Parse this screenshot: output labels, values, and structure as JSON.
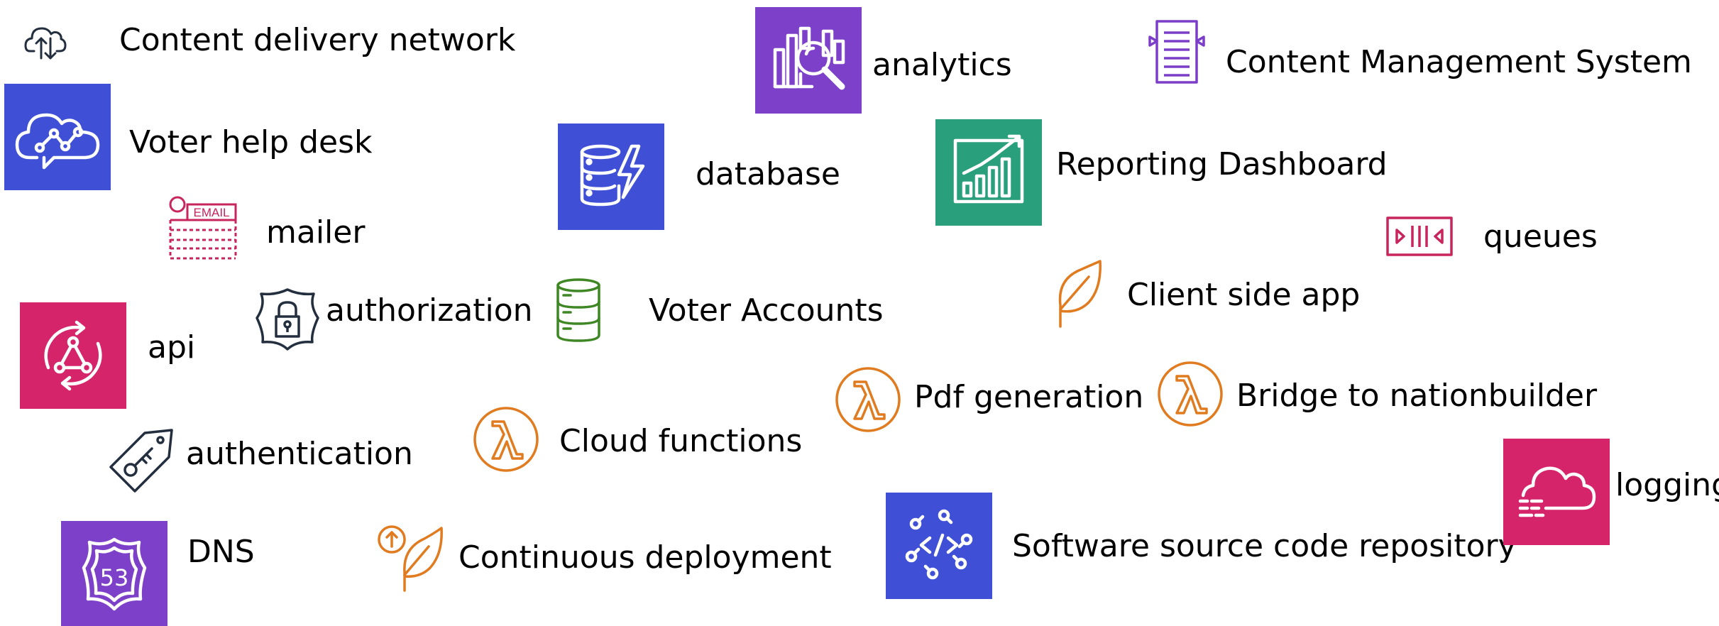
{
  "colors": {
    "purple_box": "#7d40c9",
    "indigo_box": "#3f4fd6",
    "pink_box": "#d6246b",
    "green_box": "#2a9f7c",
    "orange": "#e07b1f",
    "green_line": "#3f8624",
    "navy_line": "#232f3e",
    "pink_line": "#c7255b",
    "purple_line": "#7b3ec9"
  },
  "items": [
    {
      "label": "Content delivery network",
      "icon": "cloud-upload-download-icon"
    },
    {
      "label": "Voter help desk",
      "icon": "cloud-chat-network-icon"
    },
    {
      "label": "mailer",
      "icon": "email-form-icon"
    },
    {
      "label": "authorization",
      "icon": "shield-lock-icon"
    },
    {
      "label": "api",
      "icon": "api-cycle-network-icon"
    },
    {
      "label": "authentication",
      "icon": "key-tag-icon"
    },
    {
      "label": "DNS",
      "icon": "route-53-shield-icon",
      "icon_text": "53"
    },
    {
      "label": "analytics",
      "icon": "magnifier-bars-icon"
    },
    {
      "label": "database",
      "icon": "database-lightning-icon"
    },
    {
      "label": "Voter Accounts",
      "icon": "database-stack-icon"
    },
    {
      "label": "Cloud functions",
      "icon": "lambda-icon"
    },
    {
      "label": "Continuous deployment",
      "icon": "leaf-upload-icon"
    },
    {
      "label": "Content Management System",
      "icon": "document-lines-icon"
    },
    {
      "label": "Reporting Dashboard",
      "icon": "bar-chart-trend-icon"
    },
    {
      "label": "Client side app",
      "icon": "leaf-icon"
    },
    {
      "label": "Pdf generation",
      "icon": "lambda-icon"
    },
    {
      "label": "Bridge to nationbuilder",
      "icon": "lambda-icon"
    },
    {
      "label": "Software source code repository",
      "icon": "code-repo-icon"
    },
    {
      "label": "queues",
      "icon": "queue-icon"
    },
    {
      "label": "logging",
      "icon": "cloud-logging-icon"
    }
  ]
}
